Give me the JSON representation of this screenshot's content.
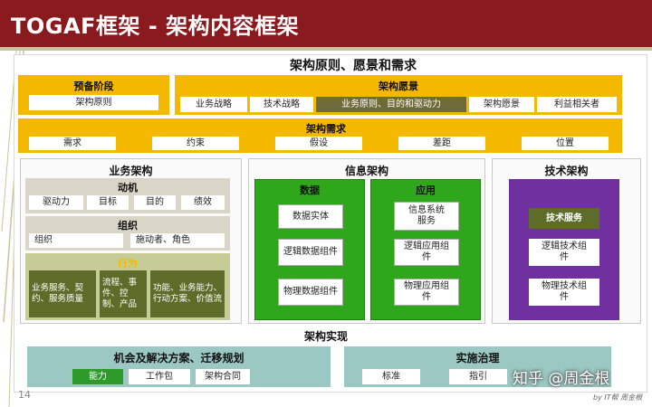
{
  "title": "TOGAF框架 - 架构内容框架",
  "principles": {
    "heading": "架构原则、愿景和需求",
    "preliminary": {
      "heading": "预备阶段",
      "items": [
        "架构原则"
      ]
    },
    "vision": {
      "heading": "架构愿景",
      "items": [
        "业务战略",
        "技术战略",
        "业务原则、目的和驱动力",
        "架构愿景",
        "利益相关者"
      ]
    },
    "requirements": {
      "heading": "架构需求",
      "items": [
        "需求",
        "约束",
        "假设",
        "差距",
        "位置"
      ]
    }
  },
  "business": {
    "heading": "业务架构",
    "motivation": {
      "heading": "动机",
      "items": [
        "驱动力",
        "目标",
        "目的",
        "绩效"
      ]
    },
    "organization": {
      "heading": "组织",
      "items": [
        "组织",
        "施动者、角色"
      ]
    },
    "behavior": {
      "heading": "行为",
      "items": [
        "业务服务、契约、服务质量",
        "流程、事件、控制、产品",
        "功能、业务能力、行动方案、价值流"
      ]
    }
  },
  "information": {
    "heading": "信息架构",
    "data": {
      "heading": "数据",
      "items": [
        "数据实体",
        "逻辑数据组件",
        "物理数据组件"
      ]
    },
    "application": {
      "heading": "应用",
      "items": [
        "信息系统服务",
        "逻辑应用组件",
        "物理应用组件"
      ]
    }
  },
  "technology": {
    "heading": "技术架构",
    "items": [
      "技术服务",
      "逻辑技术组件",
      "物理技术组件"
    ]
  },
  "realization": {
    "heading": "架构实现",
    "opportunities": {
      "heading": "机会及解决方案、迁移规划",
      "items": [
        "能力",
        "工作包",
        "架构合同"
      ]
    },
    "governance": {
      "heading": "实施治理",
      "items": [
        "标准",
        "指引"
      ]
    }
  },
  "slide_number": "14",
  "watermark": "知乎 @周金根",
  "credit": "by IT帮 周金根",
  "colors": {
    "title_bar": "#8b1a1f",
    "orange": "#f5b800",
    "green": "#2ea81a",
    "purple": "#7030a0",
    "teal": "#9bc8c2",
    "olive": "#6e6a3a"
  }
}
